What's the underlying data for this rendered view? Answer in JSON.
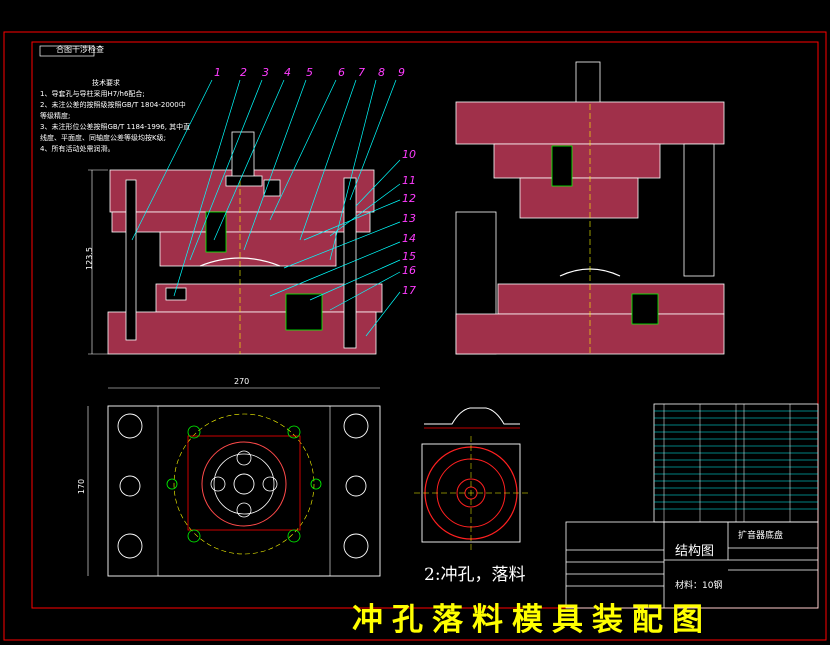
{
  "header_box": "合图干涉检查",
  "tech_notes": {
    "heading": "技术要求",
    "lines": [
      "1、导套孔与导柱采用H7/h6配合;",
      "2、未注公差的按照级按照GB/T 1804-2000中",
      "   等级精度;",
      "3、未注形位公差按照GB/T 1184-1996, 其中直",
      "   线度、平面度、同轴度公差等级均按K级;",
      "4、所有活动处需润滑。"
    ]
  },
  "part_numbers": [
    "1",
    "2",
    "3",
    "4",
    "5",
    "6",
    "7",
    "8",
    "9",
    "10",
    "11",
    "12",
    "13",
    "14",
    "15",
    "16",
    "17"
  ],
  "dimensions": {
    "height": "123.5",
    "width": "270",
    "depth": "170"
  },
  "process_label": "2:冲孔，落料",
  "title_block": {
    "drawing_title": "结构图",
    "part_name": "扩音器底盘",
    "material": "材料：10钢"
  },
  "big_title": "冲孔落料模具装配图",
  "colors": {
    "background": "#000000",
    "frame": "#ff0000",
    "outline": "#ffffff",
    "section_fill": "#a0304a",
    "leader": "#00ffff",
    "part_number": "#ff3cff",
    "title": "#ffff00",
    "thread": "#00ff00"
  }
}
